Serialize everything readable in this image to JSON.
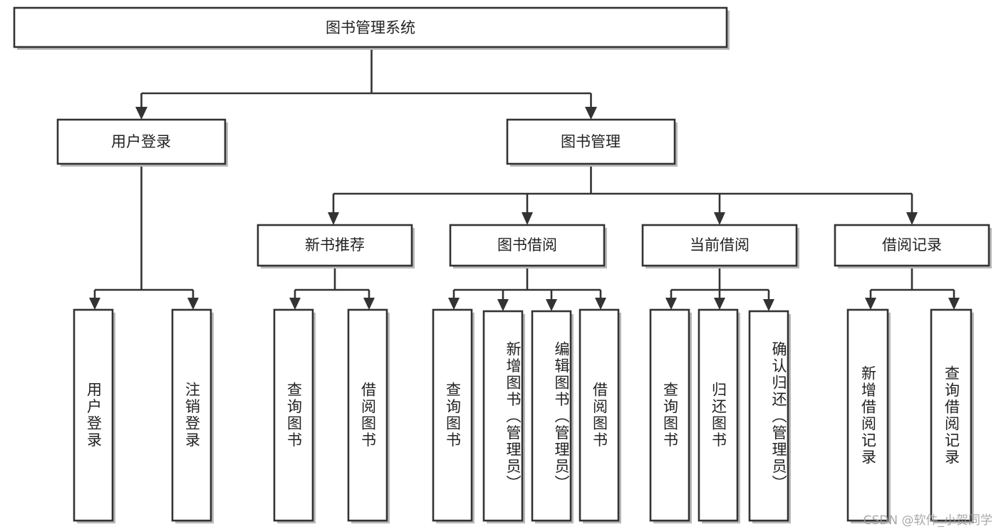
{
  "diagram": {
    "type": "tree-hierarchy-flowchart",
    "title": "图书管理系统",
    "orientation": "top-down",
    "colors": {
      "box_stroke": "#333333",
      "box_fill": "#ffffff",
      "text": "#222222",
      "background": "#ffffff",
      "watermark": "#9a9a9a"
    },
    "levels": [
      {
        "level": 1,
        "nodes": [
          {
            "id": "root",
            "label": "图书管理系统",
            "orientation": "horizontal"
          }
        ]
      },
      {
        "level": 2,
        "nodes": [
          {
            "id": "user-login",
            "label": "用户登录",
            "orientation": "horizontal",
            "parent": "root"
          },
          {
            "id": "book-manage",
            "label": "图书管理",
            "orientation": "horizontal",
            "parent": "root"
          }
        ]
      },
      {
        "level": 3,
        "nodes": [
          {
            "id": "new-book-rec",
            "label": "新书推荐",
            "orientation": "horizontal",
            "parent": "book-manage"
          },
          {
            "id": "book-borrow",
            "label": "图书借阅",
            "orientation": "horizontal",
            "parent": "book-manage"
          },
          {
            "id": "current-borrow",
            "label": "当前借阅",
            "orientation": "horizontal",
            "parent": "book-manage"
          },
          {
            "id": "borrow-record",
            "label": "借阅记录",
            "orientation": "horizontal",
            "parent": "book-manage"
          }
        ]
      },
      {
        "level": 4,
        "nodes": [
          {
            "id": "leaf-user-login",
            "label": "用户登录",
            "orientation": "vertical",
            "parent": "user-login"
          },
          {
            "id": "leaf-logout",
            "label": "注销登录",
            "orientation": "vertical",
            "parent": "user-login"
          },
          {
            "id": "leaf-query-book-1",
            "label": "查询图书",
            "orientation": "vertical",
            "parent": "new-book-rec"
          },
          {
            "id": "leaf-borrow-book-1",
            "label": "借阅图书",
            "orientation": "vertical",
            "parent": "new-book-rec"
          },
          {
            "id": "leaf-query-book-2",
            "label": "查询图书",
            "orientation": "vertical",
            "parent": "book-borrow"
          },
          {
            "id": "leaf-add-book",
            "label": "新增图书（管理员）",
            "orientation": "vertical",
            "parent": "book-borrow"
          },
          {
            "id": "leaf-edit-book",
            "label": "编辑图书（管理员）",
            "orientation": "vertical",
            "parent": "book-borrow"
          },
          {
            "id": "leaf-borrow-book-2",
            "label": "借阅图书",
            "orientation": "vertical",
            "parent": "book-borrow"
          },
          {
            "id": "leaf-query-book-3",
            "label": "查询图书",
            "orientation": "vertical",
            "parent": "current-borrow"
          },
          {
            "id": "leaf-return-book",
            "label": "归还图书",
            "orientation": "vertical",
            "parent": "current-borrow"
          },
          {
            "id": "leaf-confirm-return",
            "label": "确认归还（管理员）",
            "orientation": "vertical",
            "parent": "current-borrow"
          },
          {
            "id": "leaf-add-record",
            "label": "新增借阅记录",
            "orientation": "vertical",
            "parent": "borrow-record"
          },
          {
            "id": "leaf-query-record",
            "label": "查询借阅记录",
            "orientation": "vertical",
            "parent": "borrow-record"
          }
        ]
      }
    ]
  },
  "watermark": {
    "text": "CSDN @软件_小贺同学"
  }
}
